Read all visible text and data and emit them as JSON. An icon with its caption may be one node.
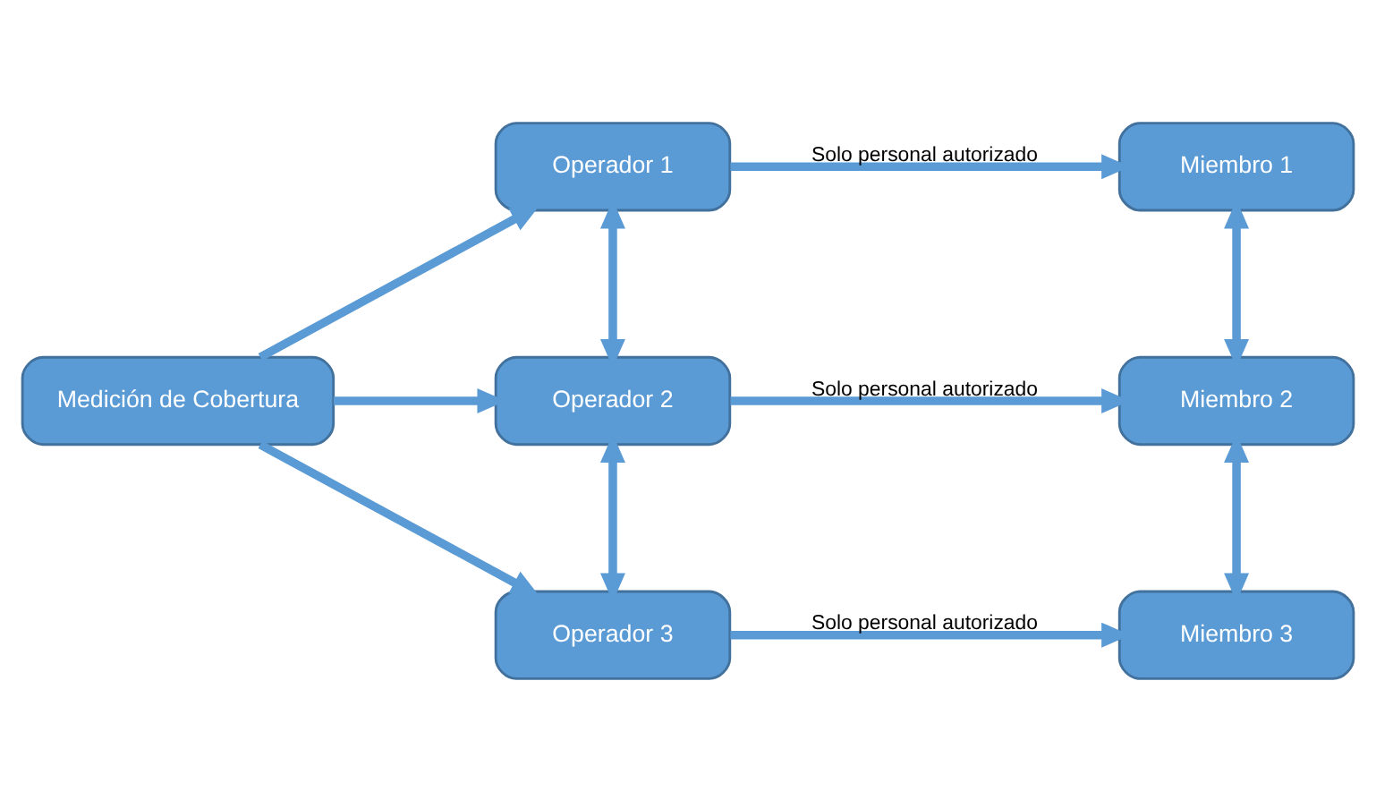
{
  "diagram": {
    "nodes": [
      {
        "text": [
          "Medición de Cobertura"
        ]
      },
      {
        "text": [
          "Operador 1"
        ]
      },
      {
        "text": [
          "Operador 2"
        ]
      },
      {
        "text": [
          "Operador 3"
        ]
      },
      {
        "text": [
          "Miembro 1"
        ]
      },
      {
        "text": [
          "Miembro 2"
        ]
      },
      {
        "text": [
          "Miembro 3"
        ]
      }
    ],
    "edges": [
      {
        "from": 0,
        "to": 1,
        "arrow": "to"
      },
      {
        "from": 0,
        "to": 2,
        "arrow": "to"
      },
      {
        "from": 0,
        "to": 3,
        "arrow": "to"
      },
      {
        "from": 1,
        "to": 4,
        "arrow": "to",
        "label": "Solo personal autorizado"
      },
      {
        "from": 2,
        "to": 5,
        "arrow": "to",
        "label": "Solo personal autorizado"
      },
      {
        "from": 3,
        "to": 6,
        "arrow": "to",
        "label": "Solo personal autorizado"
      },
      {
        "from": 1,
        "to": 2,
        "arrow": "both"
      },
      {
        "from": 2,
        "to": 3,
        "arrow": "both"
      },
      {
        "from": 4,
        "to": 5,
        "arrow": "both"
      },
      {
        "from": 5,
        "to": 6,
        "arrow": "both"
      }
    ]
  }
}
